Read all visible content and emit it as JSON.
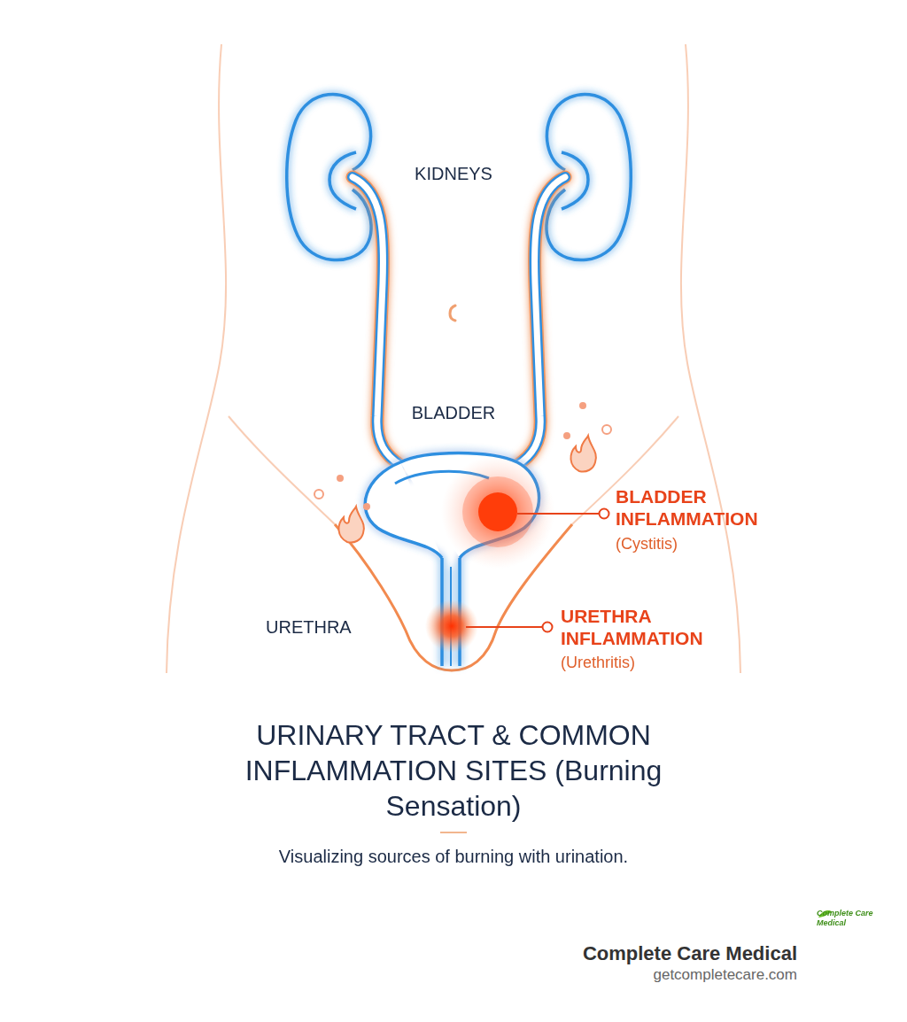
{
  "diagram": {
    "title": "URINARY TRACT & COMMON INFLAMMATION SITES (Burning Sensation)",
    "caption": "Visualizing sources of burning with urination.",
    "labels": [
      "KIDNEYS",
      "BLADDER",
      "URETHRA",
      "BLADDER INFLAMMATION",
      "(Cystitis)",
      "URETHRA INFLAMMATION",
      "(Urethritis)",
      "Complete Care Medical",
      "getcompletecare.com",
      "Complete Care Medical"
    ]
  }
}
